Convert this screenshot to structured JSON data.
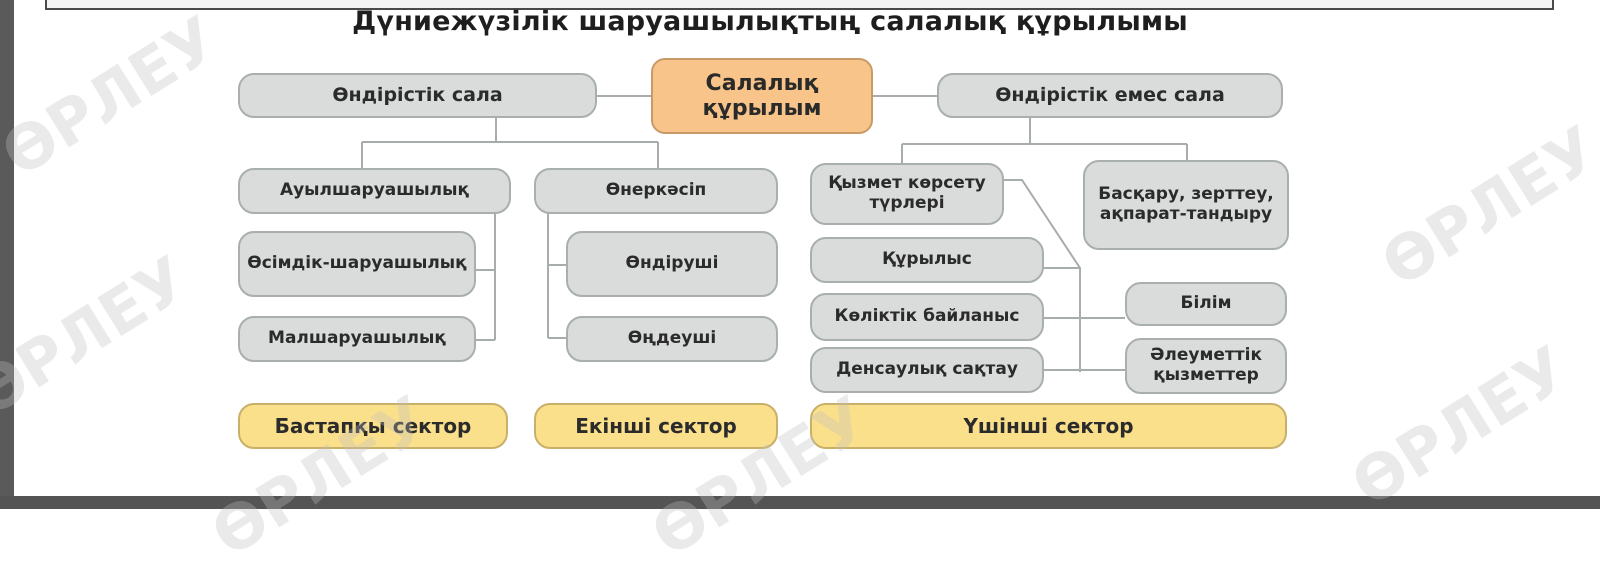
{
  "title": "Дүниежүзілік шаруашылықтың салалық құрылымы",
  "root": "Салалық құрылым",
  "production": {
    "label": "Өндірістік сала",
    "agriculture": "Ауылшаруашылық",
    "crop": "Өсімдік-шаруашылық",
    "livestock": "Малшаруашылық",
    "industry": "Өнеркәсіп",
    "extracting": "Өндіруші",
    "processing": "Өңдеуші"
  },
  "non_production": {
    "label": "Өндірістік емес сала",
    "services": "Қызмет көрсету түрлері",
    "management": "Басқару, зерттеу, ақпарат-тандыру",
    "construction": "Құрылыс",
    "transport": "Көліктік байланыс",
    "healthcare": "Денсаулық сақтау",
    "education": "Білім",
    "social": "Әлеуметтік қызметтер"
  },
  "sectors": {
    "primary": "Бастапқы сектор",
    "secondary": "Екінші сектор",
    "tertiary": "Үшінші сектор"
  },
  "watermark": "ӨРЛЕУ",
  "colors": {
    "box_fill": "#d9dcdb",
    "root_fill": "#f8c489",
    "sector_fill": "#fbe08c",
    "line": "#a7acac"
  }
}
